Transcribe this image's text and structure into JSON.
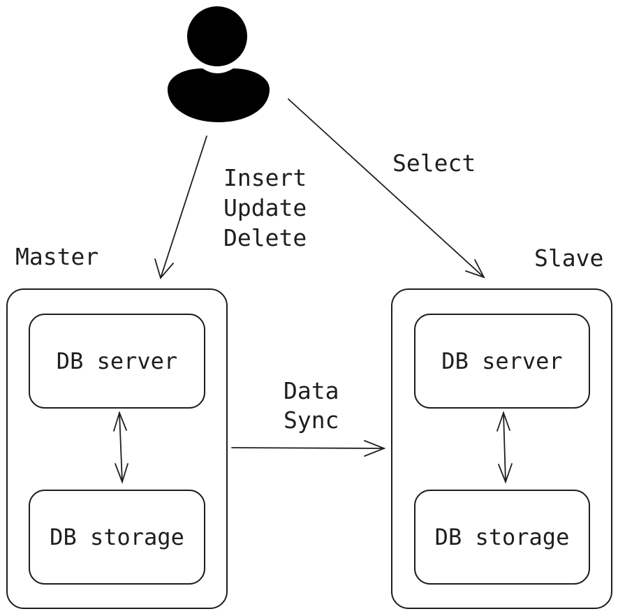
{
  "user": {
    "icon": "user-icon"
  },
  "labels": {
    "master": "Master",
    "slave": "Slave",
    "select": "Select",
    "write_ops": [
      "Insert",
      "Update",
      "Delete"
    ],
    "data_sync": [
      "Data",
      "Sync"
    ]
  },
  "master": {
    "server": "DB server",
    "storage": "DB storage"
  },
  "slave": {
    "server": "DB server",
    "storage": "DB storage"
  },
  "colors": {
    "stroke": "#1e1e1e",
    "fill": "#000000",
    "background": "#ffffff"
  }
}
